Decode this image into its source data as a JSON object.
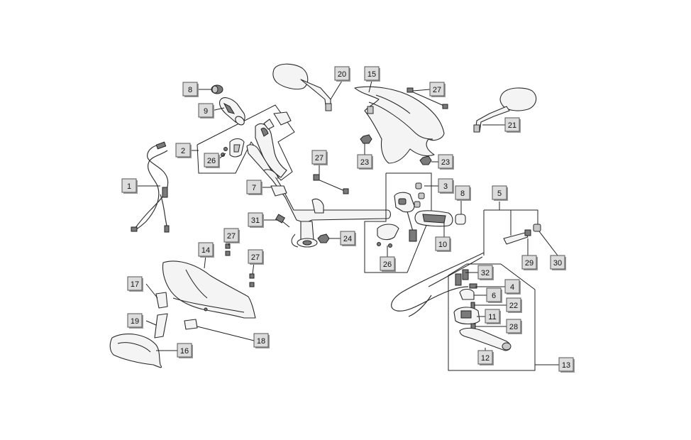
{
  "callouts": [
    {
      "id": "c1",
      "number": "1"
    },
    {
      "id": "c2",
      "number": "2"
    },
    {
      "id": "c3",
      "number": "3"
    },
    {
      "id": "c4",
      "number": "4"
    },
    {
      "id": "c5",
      "number": "5"
    },
    {
      "id": "c6",
      "number": "6"
    },
    {
      "id": "c7",
      "number": "7"
    },
    {
      "id": "c8a",
      "number": "8"
    },
    {
      "id": "c8b",
      "number": "8"
    },
    {
      "id": "c9",
      "number": "9"
    },
    {
      "id": "c10",
      "number": "10"
    },
    {
      "id": "c11",
      "number": "11"
    },
    {
      "id": "c12",
      "number": "12"
    },
    {
      "id": "c13",
      "number": "13"
    },
    {
      "id": "c14",
      "number": "14"
    },
    {
      "id": "c15",
      "number": "15"
    },
    {
      "id": "c16",
      "number": "16"
    },
    {
      "id": "c17",
      "number": "17"
    },
    {
      "id": "c18",
      "number": "18"
    },
    {
      "id": "c19",
      "number": "19"
    },
    {
      "id": "c20",
      "number": "20"
    },
    {
      "id": "c21",
      "number": "21"
    },
    {
      "id": "c22",
      "number": "22"
    },
    {
      "id": "c23a",
      "number": "23"
    },
    {
      "id": "c23b",
      "number": "23"
    },
    {
      "id": "c24",
      "number": "24"
    },
    {
      "id": "c26a",
      "number": "26"
    },
    {
      "id": "c26b",
      "number": "26"
    },
    {
      "id": "c27a",
      "number": "27"
    },
    {
      "id": "c27b",
      "number": "27"
    },
    {
      "id": "c27c",
      "number": "27"
    },
    {
      "id": "c27d",
      "number": "27"
    },
    {
      "id": "c28",
      "number": "28"
    },
    {
      "id": "c29",
      "number": "29"
    },
    {
      "id": "c30",
      "number": "30"
    },
    {
      "id": "c31",
      "number": "31"
    },
    {
      "id": "c32",
      "number": "32"
    }
  ]
}
